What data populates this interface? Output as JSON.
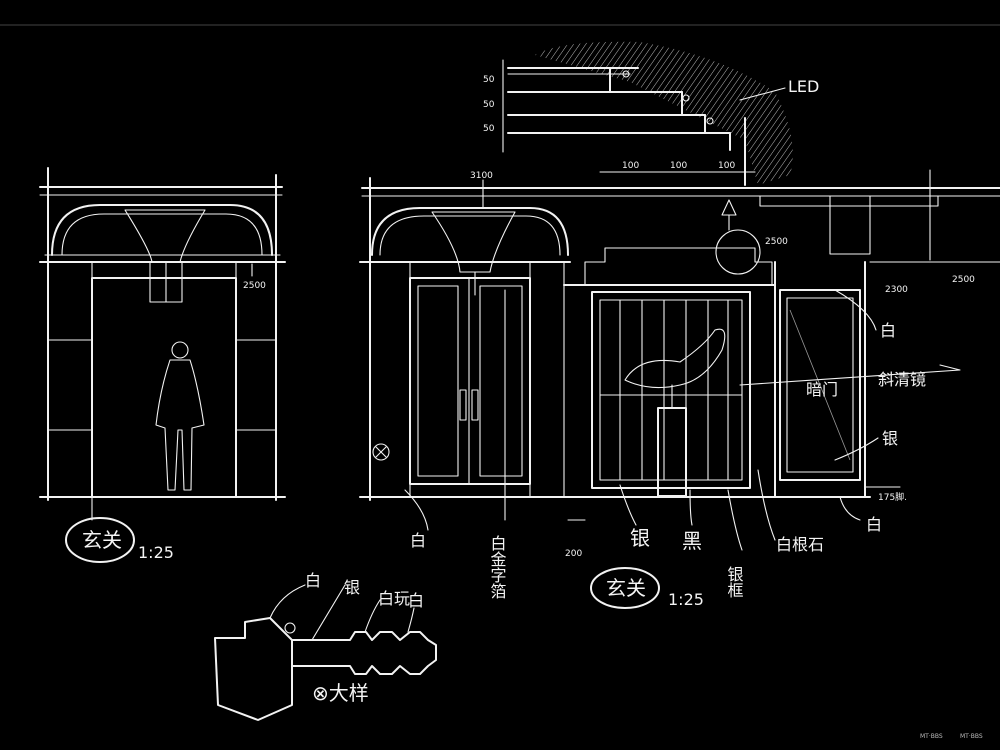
{
  "notes": {
    "led": "LED",
    "step_dims": [
      "50",
      "50",
      "50"
    ],
    "run_dims": [
      "100",
      "100",
      "100"
    ],
    "height_3100": "3100",
    "height_2500_left": "2500",
    "height_2500_mid": "2500",
    "height_2500_right": "2500",
    "height_2300": "2300",
    "label_bai_1": "白",
    "label_bai_2": "白",
    "label_bai_3": "白",
    "label_xieqingjing": "斜清镜",
    "label_yin": "银",
    "label_anmen": "暗门",
    "label_175": "175脚.",
    "label_gold_leaf": "白金字箔",
    "label_200": "200",
    "label_yin2": "银",
    "label_hei": "黑",
    "label_yinkuang": "银框",
    "label_baigen": "白根石",
    "title_left": "玄关",
    "scale_left": "1:25",
    "title_right": "玄关",
    "scale_right": "1:25",
    "detail_b": "白",
    "detail_yin": "银",
    "detail_baiyu": "白玩",
    "detail_b2": "白",
    "detail_title": "⊗大样",
    "watermark_left": "MT·BBS",
    "watermark_right": "MT·BBS"
  },
  "colors": {
    "background": "#000000",
    "ink": "#f2f2f2"
  }
}
